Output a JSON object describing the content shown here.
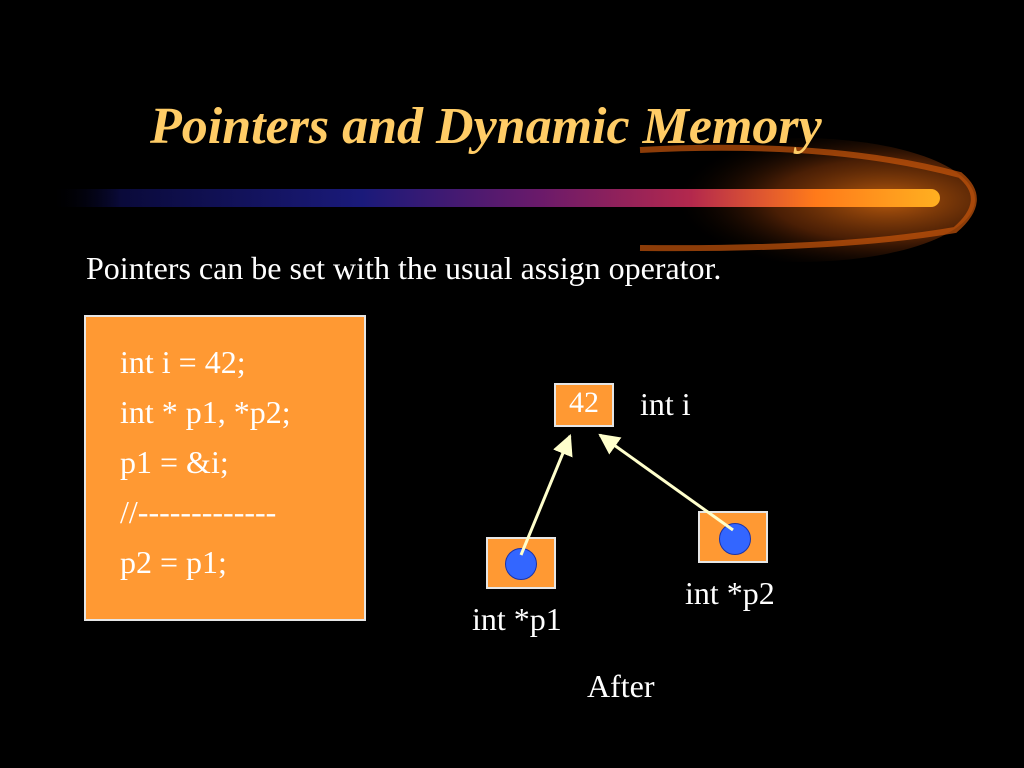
{
  "slide": {
    "title": "Pointers and Dynamic Memory",
    "subtitle": "Pointers can be set with the usual assign operator."
  },
  "code": {
    "lines": [
      "int i = 42;",
      "int * p1, *p2;",
      "p1 = &i;",
      "//-------------",
      "p2 = p1;"
    ]
  },
  "diagram": {
    "int_cell": {
      "value": "42",
      "label": "int i"
    },
    "p1_cell": {
      "label": "int *p1"
    },
    "p2_cell": {
      "label": "int *p2"
    },
    "caption": "After"
  },
  "colors": {
    "background": "#000000",
    "title": "#ffcc66",
    "box_fill": "#ff9933",
    "pointer_dot": "#3366ff",
    "arrow": "#ffffcc"
  }
}
